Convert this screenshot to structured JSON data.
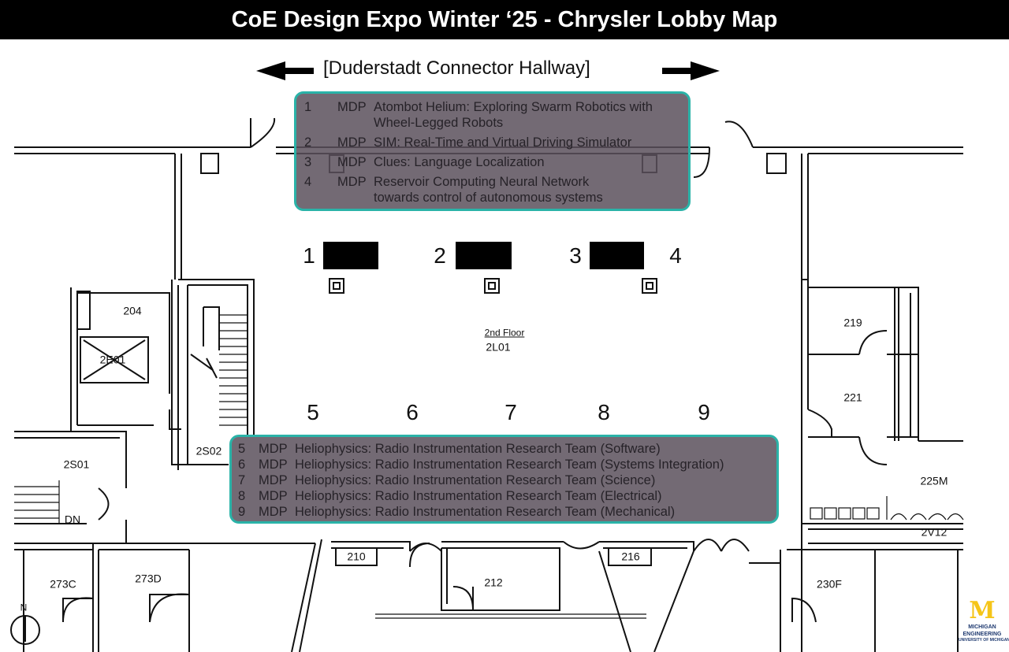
{
  "title": "CoE Design Expo Winter ‘25 - Chrysler Lobby Map",
  "hallway_label": "[Duderstadt Connector Hallway]",
  "floor": {
    "label": "2nd Floor",
    "room": "2L01"
  },
  "rooms": {
    "r204": "204",
    "r2E01": "2E01",
    "r2S02": "2S02",
    "r2S01": "2S01",
    "dn": "DN",
    "r273C": "273C",
    "r273D": "273D",
    "r210": "210",
    "r212": "212",
    "r216": "216",
    "r219": "219",
    "r221": "221",
    "r225M": "225M",
    "r2V12": "2V12",
    "r230F": "230F",
    "north": "N"
  },
  "booths_top": [
    "1",
    "2",
    "3",
    "4"
  ],
  "booths_bottom": [
    "5",
    "6",
    "7",
    "8",
    "9"
  ],
  "top_projects": [
    {
      "num": "1",
      "type": "MDP",
      "name": "Atombot Helium: Exploring Swarm Robotics with",
      "name2": "Wheel-Legged Robots"
    },
    {
      "num": "2",
      "type": "MDP",
      "name": "SIM: Real-Time and Virtual Driving Simulator"
    },
    {
      "num": "3",
      "type": "MDP",
      "name": "Clues: Language Localization"
    },
    {
      "num": "4",
      "type": "MDP",
      "name": "Reservoir Computing Neural Network",
      "name2": "towards control of autonomous systems"
    }
  ],
  "bottom_projects": [
    {
      "num": "5",
      "type": "MDP",
      "name": "Heliophysics: Radio Instrumentation Research Team (Software)"
    },
    {
      "num": "6",
      "type": "MDP",
      "name": "Heliophysics: Radio Instrumentation Research Team (Systems Integration)"
    },
    {
      "num": "7",
      "type": "MDP",
      "name": "Heliophysics: Radio Instrumentation Research Team (Science)"
    },
    {
      "num": "8",
      "type": "MDP",
      "name": "Heliophysics: Radio Instrumentation Research Team (Electrical)"
    },
    {
      "num": "9",
      "type": "MDP",
      "name": "Heliophysics: Radio Instrumentation Research Team (Mechanical)"
    }
  ],
  "logo": {
    "mark": "M",
    "line1": "MICHIGAN",
    "line2": "ENGINEERING",
    "line3": "UNIVERSITY OF MICHIGAN"
  },
  "colors": {
    "box_fill": "#5a505c",
    "box_border": "#2ab3a8",
    "logo_yellow": "#f5c518",
    "logo_blue": "#1f3a70"
  }
}
